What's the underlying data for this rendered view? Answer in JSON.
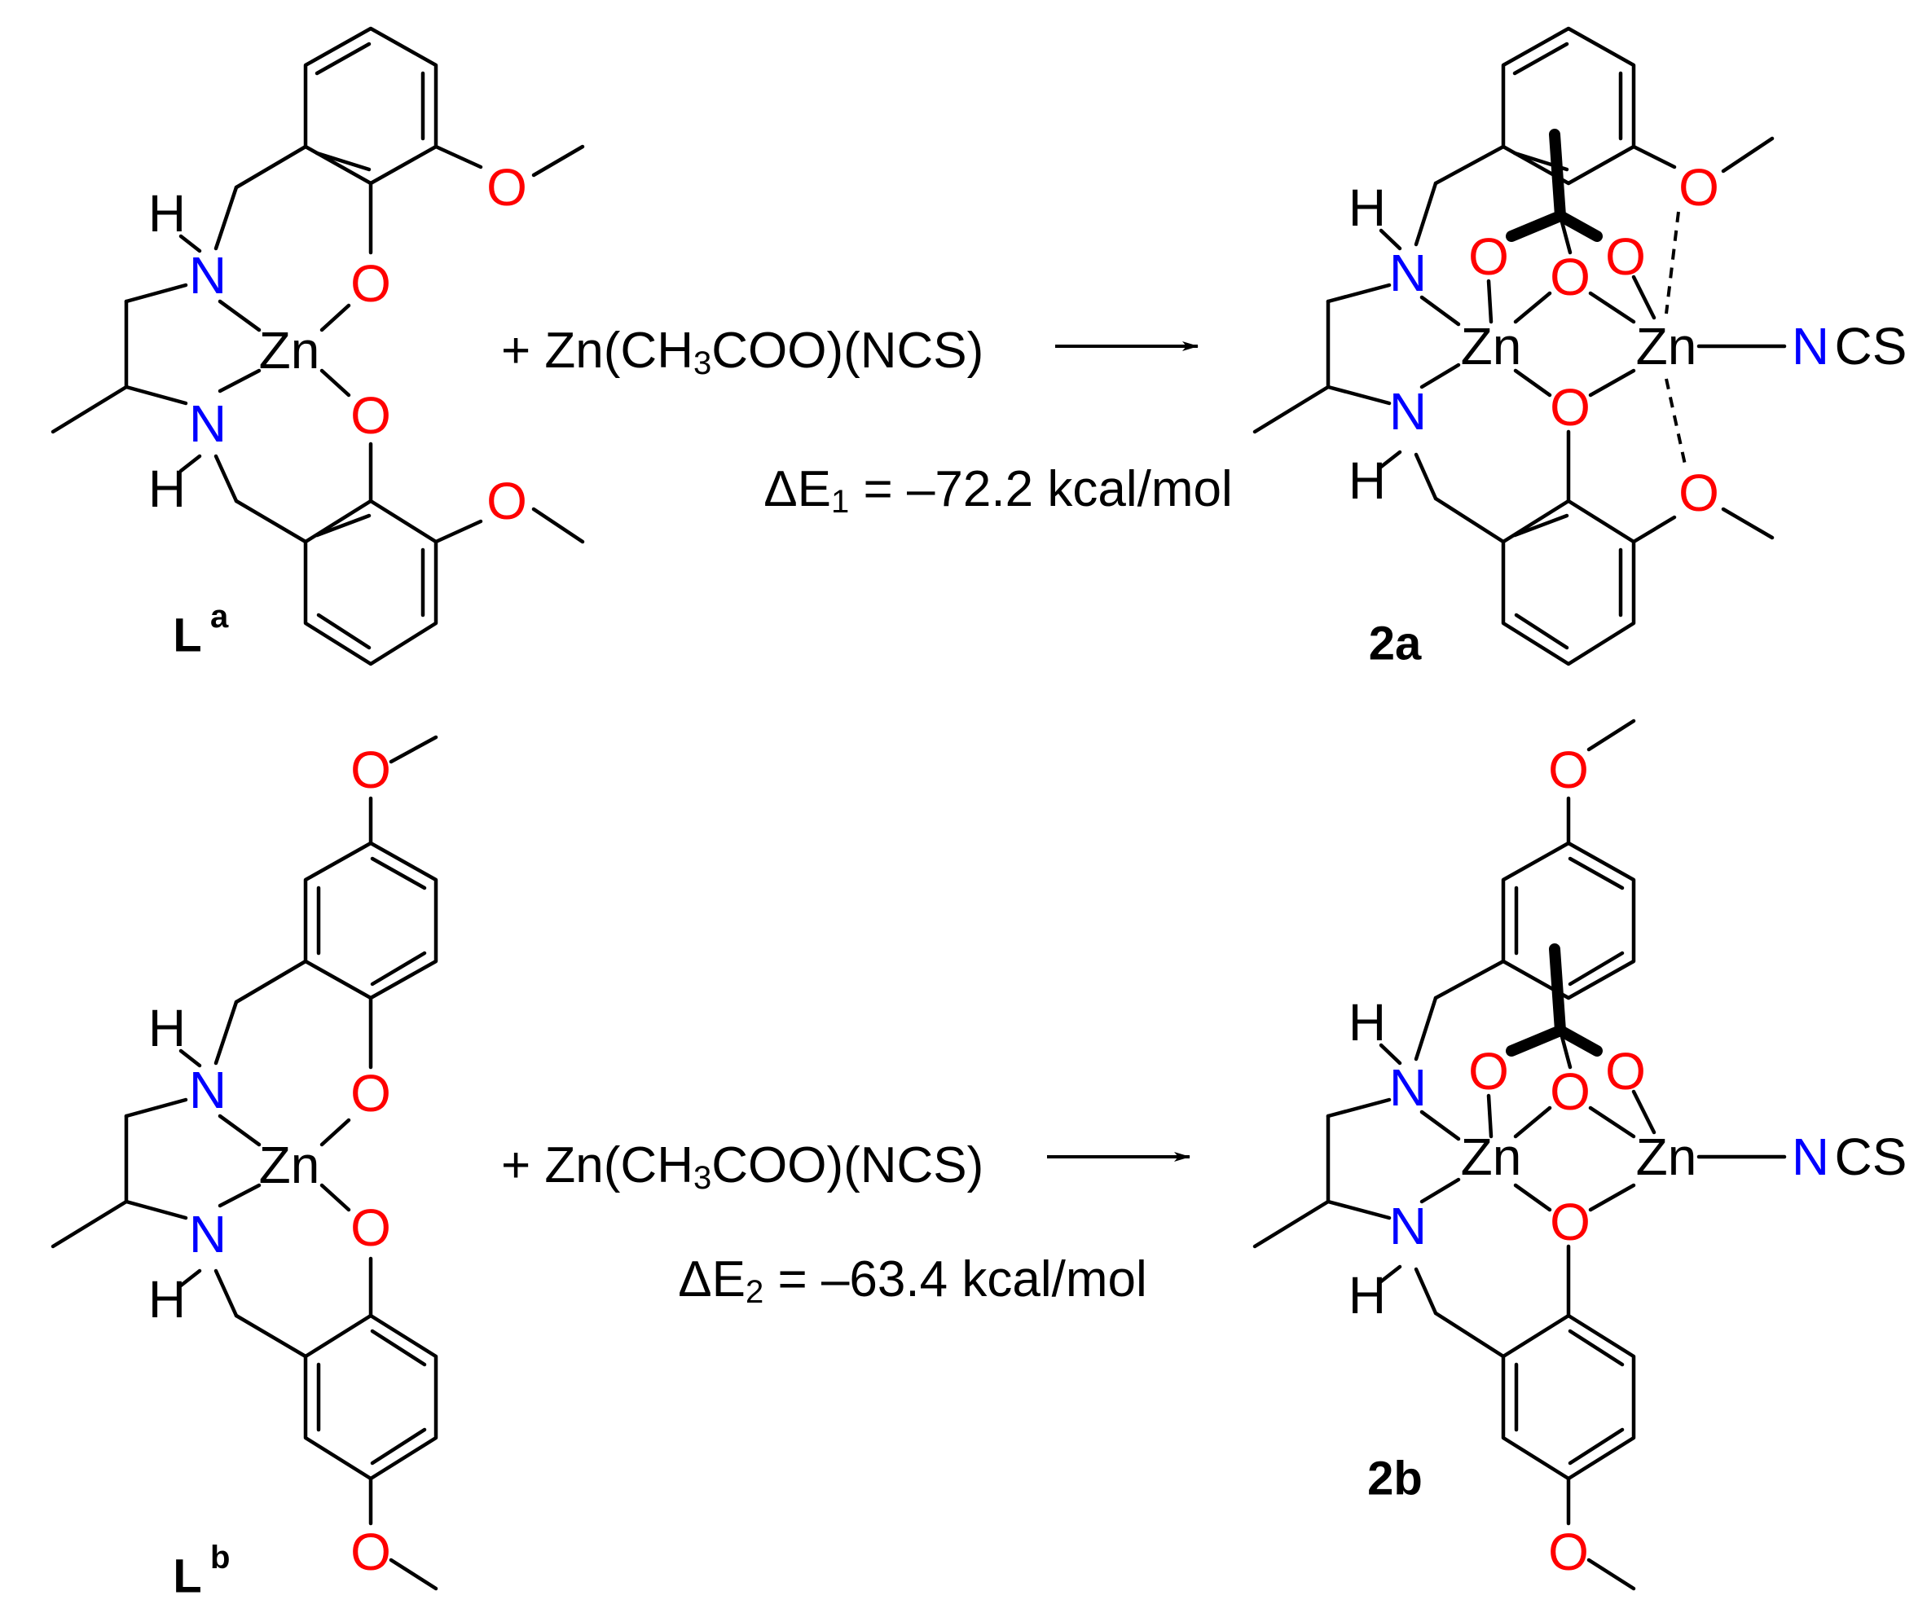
{
  "colors": {
    "oxygen": "#ff0000",
    "nitrogen": "#0000ff",
    "carbon": "#000000"
  },
  "atoms": {
    "zn": "Zn",
    "o": "O",
    "n": "N",
    "h": "H",
    "cs": "CS"
  },
  "reactions": [
    {
      "ligand": {
        "name": "L",
        "superscript": "a"
      },
      "reagent": {
        "prefix": "+ Zn(CH",
        "sub": "3",
        "suffix": "COO)(NCS)"
      },
      "energy": {
        "prefix": "ΔE",
        "sub": "1",
        "suffix": " = –72.2 kcal/mol"
      },
      "product": "2a"
    },
    {
      "ligand": {
        "name": "L",
        "superscript": "b"
      },
      "reagent": {
        "prefix": "+ Zn(CH",
        "sub": "3",
        "suffix": "COO)(NCS)"
      },
      "energy": {
        "prefix": "ΔE",
        "sub": "2",
        "suffix": " = –63.4 kcal/mol"
      },
      "product": "2b"
    }
  ]
}
